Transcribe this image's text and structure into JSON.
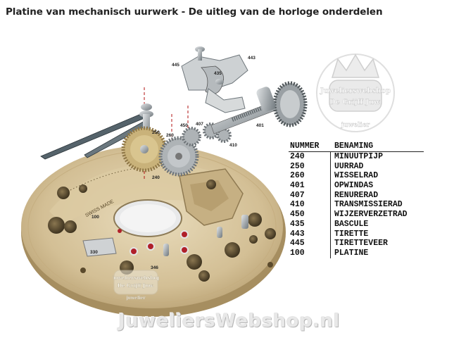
{
  "title": "Platine van mechanisch uurwerk - De uitleg van de horloge onderdelen",
  "legend": {
    "header": [
      "NUMMER",
      "BENAMING"
    ],
    "rows": [
      [
        "240",
        "MINUUTPIJP"
      ],
      [
        "250",
        "UURRAD"
      ],
      [
        "260",
        "WISSELRAD"
      ],
      [
        "401",
        "OPWINDAS"
      ],
      [
        "407",
        "RENURERAD"
      ],
      [
        "410",
        "TRANSMISSIERAD"
      ],
      [
        "450",
        "WIJZERVERZETRAD"
      ],
      [
        "435",
        "BASCULE"
      ],
      [
        "443",
        "TIRETTE"
      ],
      [
        "445",
        "TIRETTEVEER"
      ],
      [
        "100",
        "PLATINE"
      ]
    ]
  },
  "callouts": {
    "c240": "240",
    "c250": "250",
    "c260": "260",
    "c450": "450",
    "c407": "407",
    "c410": "410",
    "c401": "401",
    "c435": "435",
    "c443": "443",
    "c445": "445",
    "c100": "100",
    "c330": "330",
    "c346": "346"
  },
  "plate_text": "SWISS MADE",
  "watermark": {
    "logo_line1": "Juwelierswebshop",
    "logo_line2": "De Grijff Juw.",
    "logo_line3": "juwelier",
    "site": "JuweliersWebshop.nl"
  },
  "colors": {
    "plate": "#d6c29a",
    "ruby": "#b0202a",
    "steel": "#9aa0a4",
    "gear": "#c9b27a"
  }
}
